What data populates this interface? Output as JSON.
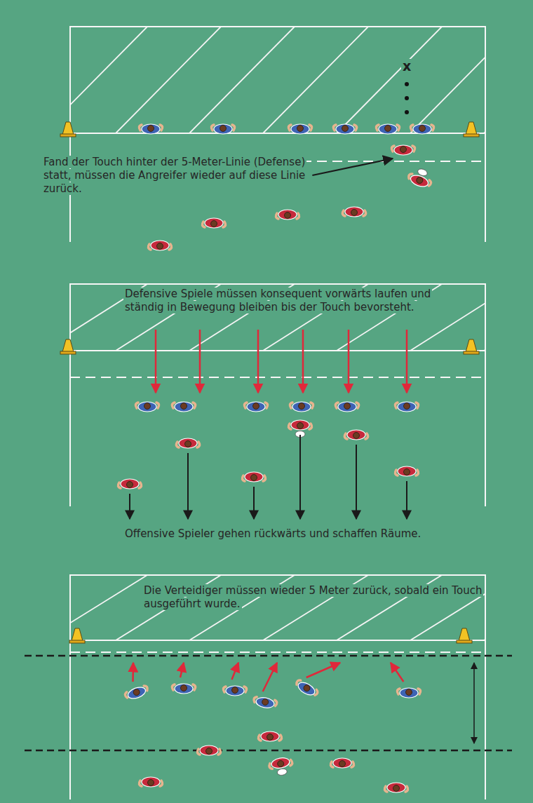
{
  "diagram": {
    "labels": [
      "x",
      "Fand der Touch hinter der 5-Meter-Linie (Defense) statt, müssen die Angreifer wieder auf diese Linie zurück.",
      "Defensive Spiele müssen konsequent vorwärts laufen und ständig in Bewegung bleiben bis der Touch bevorsteht.",
      "Offensive Spieler gehen rückwärts und schaffen Räume.",
      "Die Verteidiger müssen wieder 5 Meter zurück, sobald ein Touch ausgeführt wurde."
    ]
  }
}
